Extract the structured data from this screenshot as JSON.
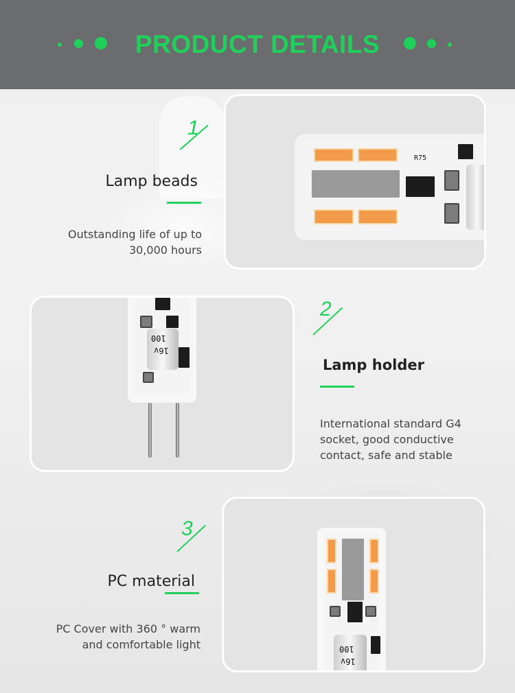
{
  "header": {
    "title": "PRODUCT DETAILS"
  },
  "colors": {
    "accent": "#1fd15a",
    "header_bg": "#6b6c6e"
  },
  "features": [
    {
      "number": "1",
      "title": "Lamp beads",
      "desc_lines": [
        "Outstanding life of up to",
        "30,000 hours"
      ]
    },
    {
      "number": "2",
      "title": "Lamp holder",
      "desc_lines": [
        "International standard G4",
        "socket, good conductive",
        "contact, safe and stable"
      ]
    },
    {
      "number": "3",
      "title": "PC material",
      "desc_lines": [
        "PC Cover with 360 ° warm",
        "and comfortable light"
      ]
    }
  ],
  "component_marks": {
    "resistor": "R75",
    "capacitor_value": "100",
    "capacitor_voltage": "16v"
  }
}
